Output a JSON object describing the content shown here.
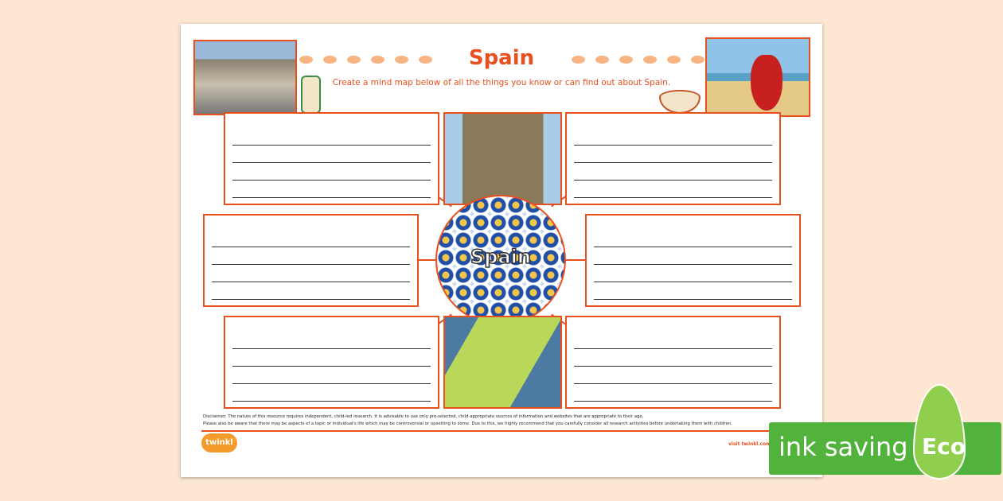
{
  "worksheet": {
    "title": "Spain",
    "instruction": "Create a mind map below of all the things you know or can find out about Spain.",
    "center_label": "Spain",
    "disclaimer_line1": "Disclaimer: The nature of this resource requires independent, child-led research. It is advisable to use only pre-selected, child-appropriate sources of information and websites that are appropriate to their age.",
    "disclaimer_line2": "Please also be aware that there may be aspects of a topic or individual's life which may be controversial or upsetting to some. Due to this, we highly recommend that you carefully consider all research activities before undertaking them with children.",
    "logo": "twinkl",
    "visit": "visit twinkl.com"
  },
  "badge": {
    "text": "ink saving",
    "eco": "Eco"
  },
  "colors": {
    "accent": "#e8501e",
    "background": "#fde7d3",
    "badge": "#52b33c"
  }
}
